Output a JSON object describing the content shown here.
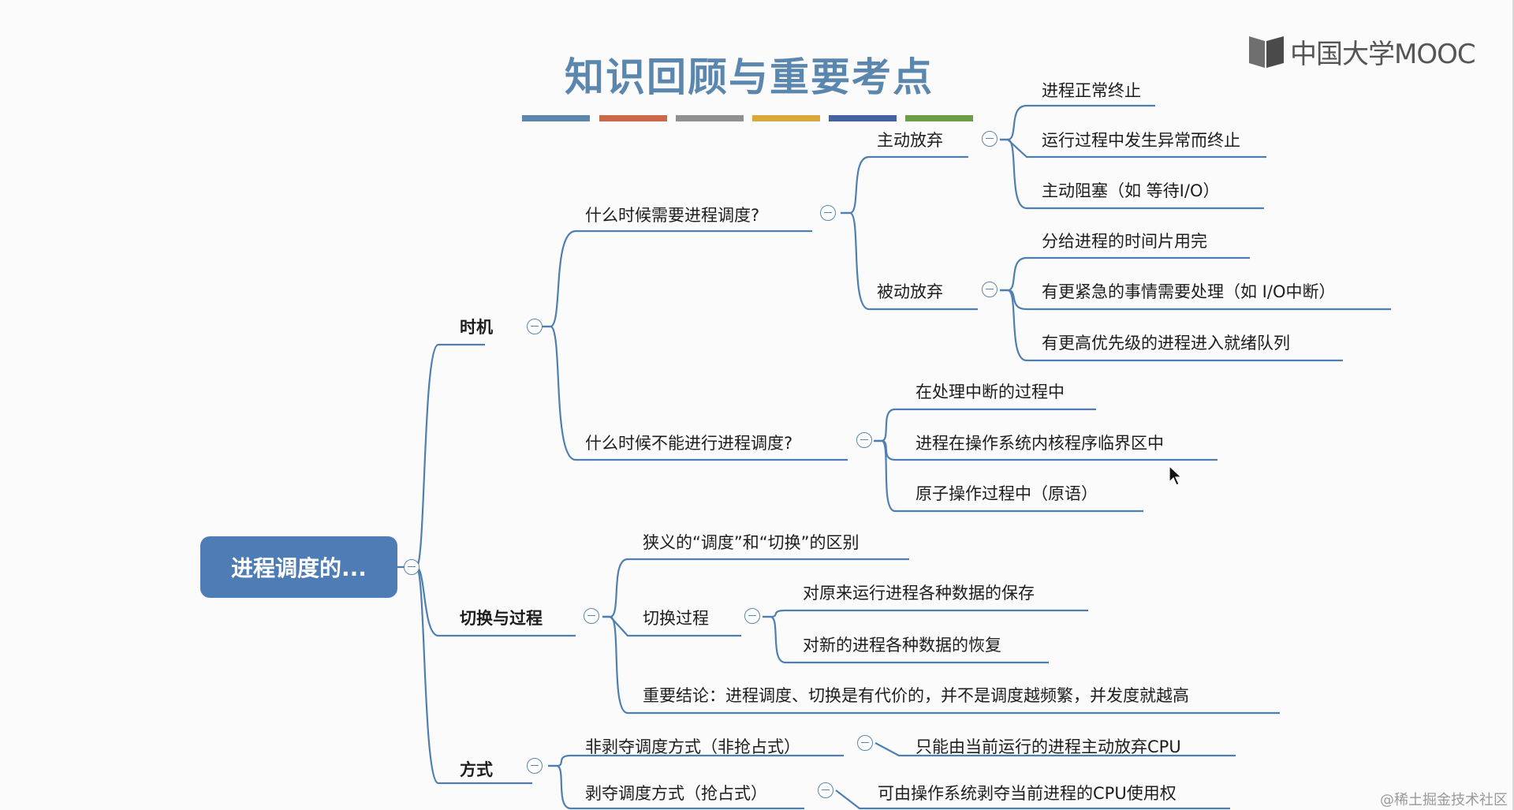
{
  "slide": {
    "title": "知识回顾与重要考点",
    "title_bar_colors": [
      "#5b86ad",
      "#c9694a",
      "#8f8f8f",
      "#d9a93c",
      "#43639e",
      "#6c9e48"
    ]
  },
  "logo": {
    "text": "中国大学MOOC"
  },
  "mindmap": {
    "root": "进程调度的...",
    "timing": {
      "label": "时机",
      "when_needed": {
        "label": "什么时候需要进程调度?",
        "voluntary": {
          "label": "主动放弃",
          "items": [
            "进程正常终止",
            "运行过程中发生异常而终止",
            "主动阻塞（如 等待I/O）"
          ]
        },
        "passive": {
          "label": "被动放弃",
          "items": [
            "分给进程的时间片用完",
            "有更紧急的事情需要处理（如 I/O中断）",
            "有更高优先级的进程进入就绪队列"
          ]
        }
      },
      "when_not": {
        "label": "什么时候不能进行进程调度?",
        "items": [
          "在处理中断的过程中",
          "进程在操作系统内核程序临界区中",
          "原子操作过程中（原语）"
        ]
      }
    },
    "switching": {
      "label": "切换与过程",
      "difference": "狭义的“调度”和“切换”的区别",
      "process": {
        "label": "切换过程",
        "items": [
          "对原来运行进程各种数据的保存",
          "对新的进程各种数据的恢复"
        ]
      },
      "conclusion": "重要结论：进程调度、切换是有代价的，并不是调度越频繁，并发度就越高"
    },
    "mode": {
      "label": "方式",
      "non_preemptive": {
        "label": "非剥夺调度方式（非抢占式）",
        "desc": "只能由当前运行的进程主动放弃CPU"
      },
      "preemptive": {
        "label": "剥夺调度方式（抢占式）",
        "desc": "可由操作系统剥夺当前进程的CPU使用权"
      }
    }
  },
  "watermark": "@稀土掘金技术社区"
}
